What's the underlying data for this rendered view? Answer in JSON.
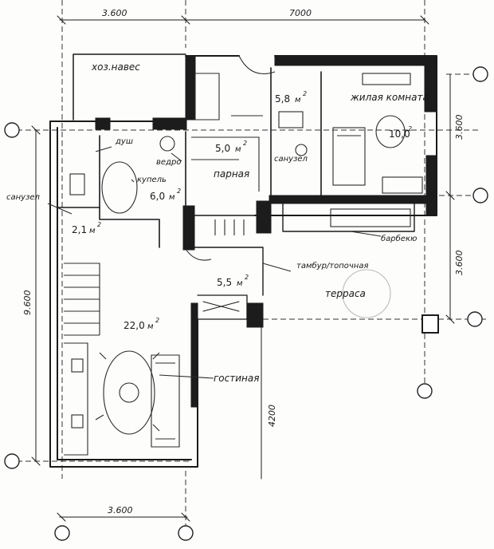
{
  "dimensions": {
    "top_left": "3.600",
    "top_right": "7000",
    "left_side": "9.600",
    "right_top": "3.600",
    "right_bottom": "3.600",
    "bottom": "3.600",
    "middle_vertical": "4200"
  },
  "rooms": [
    {
      "id": "utility",
      "label": "хоз.навес",
      "area": ""
    },
    {
      "id": "bedroom",
      "label": "жилая комната",
      "area": "10,0"
    },
    {
      "id": "wc-top",
      "label": "санузел",
      "area": "5,8"
    },
    {
      "id": "shower",
      "label": "душ",
      "area": ""
    },
    {
      "id": "bucket",
      "label": "ведро",
      "area": ""
    },
    {
      "id": "font",
      "label": "купель",
      "area": "6,0"
    },
    {
      "id": "sauna",
      "label": "парная",
      "area": "5,0"
    },
    {
      "id": "wc-left",
      "label": "санузел",
      "area": "2,1"
    },
    {
      "id": "vestibule",
      "label": "тамбур/топочная",
      "area": "5,5"
    },
    {
      "id": "bbq",
      "label": "барбекю",
      "area": ""
    },
    {
      "id": "terrace",
      "label": "терраса",
      "area": ""
    },
    {
      "id": "living",
      "label": "гостиная",
      "area": "22,0"
    }
  ],
  "units": {
    "area_unit": "м",
    "area_exp": "2"
  }
}
